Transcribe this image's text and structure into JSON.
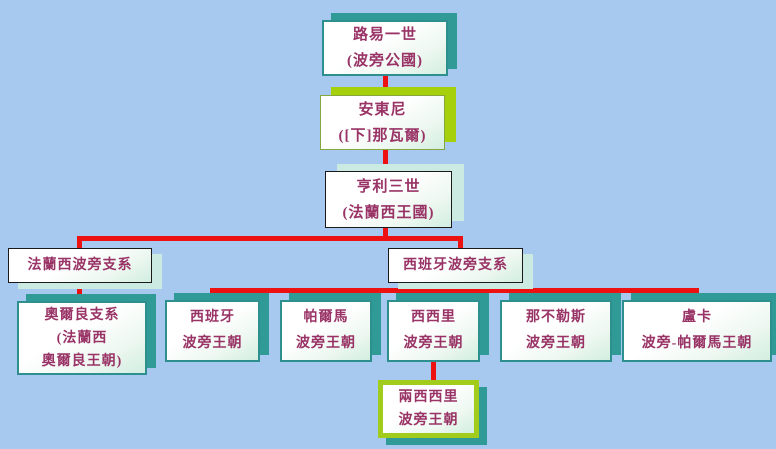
{
  "diagram_title": "House of Bourbon family tree (Traditional Chinese)",
  "colors": {
    "background": "#A7C9EF",
    "text": "#993366",
    "connector": "#ED1111",
    "teal_border": "#2E8F8F",
    "teal_shadow": "#2F9A96",
    "chartreuse_shadow": "#A6D00C",
    "pale_cyan_shadow": "#CBEAE2",
    "green_frame": "#A2CC1C"
  },
  "nodes": {
    "louis": {
      "lines": [
        "路易一世",
        "(波旁公國)"
      ]
    },
    "antoine": {
      "lines": [
        "安東尼",
        "([下]那瓦爾)"
      ]
    },
    "henry": {
      "lines": [
        "亨利三世",
        "(法蘭西王國)"
      ]
    },
    "france_branch": {
      "lines": [
        "法蘭西波旁支系"
      ]
    },
    "spain_branch": {
      "lines": [
        "西班牙波旁支系"
      ]
    },
    "orleans": {
      "lines": [
        "奧爾良支系",
        "(法蘭西",
        "奧爾良王朝)"
      ]
    },
    "spain": {
      "lines": [
        "西班牙",
        "波旁王朝"
      ]
    },
    "parma": {
      "lines": [
        "帕爾馬",
        "波旁王朝"
      ]
    },
    "sicily": {
      "lines": [
        "西西里",
        "波旁王朝"
      ]
    },
    "naples": {
      "lines": [
        "那不勒斯",
        "波旁王朝"
      ]
    },
    "lucca": {
      "lines": [
        "盧卡",
        "波旁-帕爾馬王朝"
      ]
    },
    "two_sicilies": {
      "lines": [
        "兩西西里",
        "波旁王朝"
      ]
    }
  }
}
